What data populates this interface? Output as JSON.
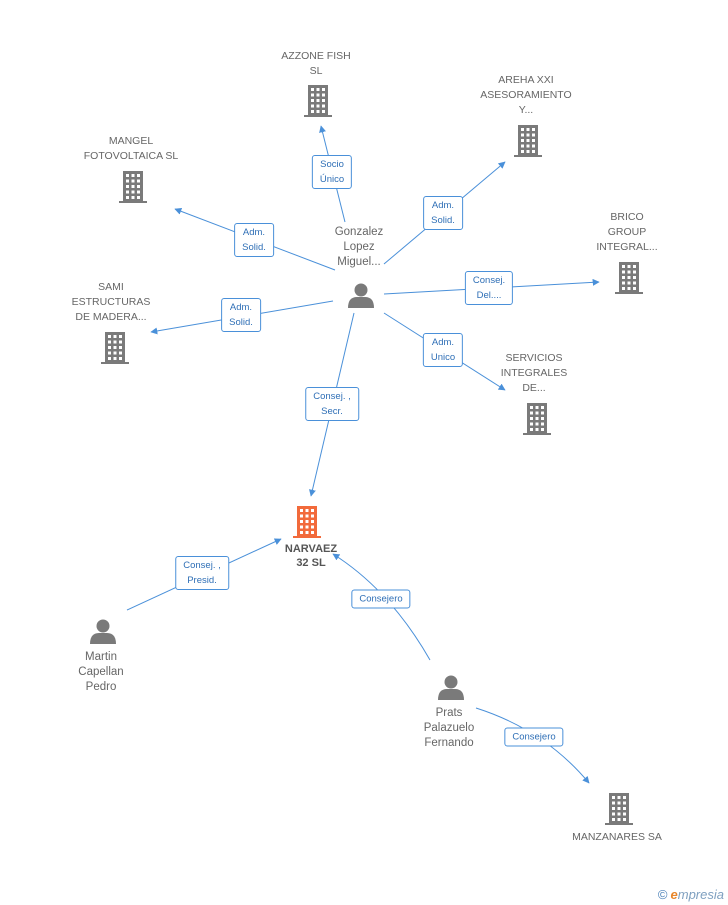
{
  "colors": {
    "edge": "#4a90d9",
    "company": "#7a7a7a",
    "focus": "#f26a3b",
    "person": "#7a7a7a"
  },
  "nodes": [
    {
      "id": "narvaez",
      "kind": "focus",
      "icon": "building-icon",
      "label": "NARVAEZ\n32 SL"
    },
    {
      "id": "gonzalez",
      "kind": "person",
      "icon": "person-icon",
      "label": "Gonzalez\nLopez\nMiguel..."
    },
    {
      "id": "martin",
      "kind": "person",
      "icon": "person-icon",
      "label": "Martin\nCapellan\nPedro"
    },
    {
      "id": "prats",
      "kind": "person",
      "icon": "person-icon",
      "label": "Prats\nPalazuelo\nFernando"
    },
    {
      "id": "azzone",
      "kind": "company",
      "icon": "building-icon",
      "label": "AZZONE FISH\nSL"
    },
    {
      "id": "areha",
      "kind": "company",
      "icon": "building-icon",
      "label": "AREHA XXI\nASESORAMIENTO\nY..."
    },
    {
      "id": "mangel",
      "kind": "company",
      "icon": "building-icon",
      "label": "MANGEL\nFOTOVOLTAICA SL"
    },
    {
      "id": "brico",
      "kind": "company",
      "icon": "building-icon",
      "label": "BRICO\nGROUP\nINTEGRAL..."
    },
    {
      "id": "sami",
      "kind": "company",
      "icon": "building-icon",
      "label": "SAMI\nESTRUCTURAS\nDE MADERA..."
    },
    {
      "id": "servicios",
      "kind": "company",
      "icon": "building-icon",
      "label": "SERVICIOS\nINTEGRALES\nDE..."
    },
    {
      "id": "manzanares",
      "kind": "company",
      "icon": "building-icon",
      "label": "MANZANARES SA"
    }
  ],
  "edges": [
    {
      "from": "gonzalez",
      "to": "azzone",
      "label": "Socio\nÚnico"
    },
    {
      "from": "gonzalez",
      "to": "areha",
      "label": "Adm.\nSolid."
    },
    {
      "from": "gonzalez",
      "to": "mangel",
      "label": "Adm.\nSolid."
    },
    {
      "from": "gonzalez",
      "to": "brico",
      "label": "Consej.\nDel...."
    },
    {
      "from": "gonzalez",
      "to": "sami",
      "label": "Adm.\nSolid."
    },
    {
      "from": "gonzalez",
      "to": "servicios",
      "label": "Adm.\nUnico"
    },
    {
      "from": "gonzalez",
      "to": "narvaez",
      "label": "Consej. ,\nSecr."
    },
    {
      "from": "martin",
      "to": "narvaez",
      "label": "Consej. ,\nPresid."
    },
    {
      "from": "prats",
      "to": "narvaez",
      "label": "Consejero"
    },
    {
      "from": "prats",
      "to": "manzanares",
      "label": "Consejero"
    }
  ],
  "watermark": {
    "copyright": "©",
    "brand_initial": "e",
    "brand_rest": "mpresia"
  }
}
